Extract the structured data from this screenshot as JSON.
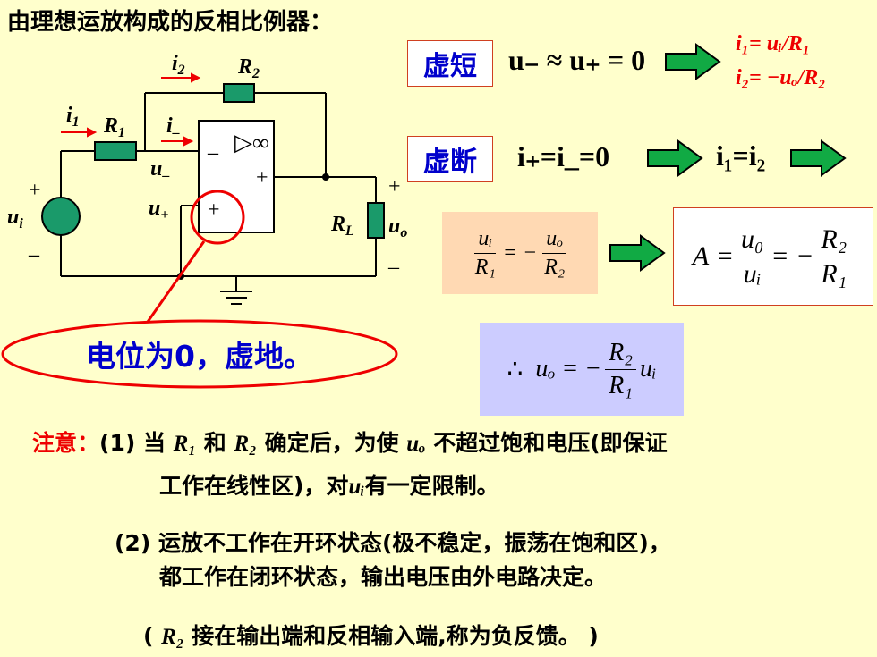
{
  "title": "由理想运放构成的反相比例器：",
  "circuit": {
    "i1": "i",
    "i1_sub": "1",
    "i2": "i",
    "i2_sub": "2",
    "i_minus": "i",
    "i_minus_sub": "–",
    "R1": "R",
    "R1_sub": "1",
    "R2": "R",
    "R2_sub": "2",
    "RL": "R",
    "RL_sub": "L",
    "ui": "u",
    "ui_sub": "i",
    "uo": "u",
    "uo_sub": "o",
    "u_minus": "u",
    "u_minus_sub": "–",
    "u_plus": "u",
    "u_plus_sub": "+",
    "opamp_symbol": "▷∞",
    "minus_sign": "–",
    "plus_sign": "+"
  },
  "virtual_short": {
    "label": "虚短",
    "equation": "u₋ ≈ u₊ = 0",
    "result1": "i₁= uᵢ/R₁",
    "result2": "i₂= −uₒ/R₂"
  },
  "virtual_open": {
    "label": "虚断",
    "equation": "i₊=i_=0",
    "result": "i₁=i₂"
  },
  "ratio": {
    "lhs_num": "uᵢ",
    "lhs_den": "R₁",
    "rhs_num": "uₒ",
    "rhs_den": "R₂",
    "gain_A": "A",
    "gain_num": "u₀",
    "gain_den": "uᵢ",
    "gain_r_num": "R₂",
    "gain_r_den": "R₁"
  },
  "conclusion": {
    "therefore": "∴",
    "lhs": "uₒ",
    "r_num": "R₂",
    "r_den": "R₁",
    "rhs": "uᵢ"
  },
  "virtual_ground": "电位为0，虚地。",
  "notes": {
    "label": "注意：",
    "n1_a": "(1) 当 ",
    "n1_b": " 和 ",
    "n1_c": " 确定后，为使 ",
    "n1_d": " 不超过饱和电压(即保证",
    "n1_line2_a": "工作在线性区)，对",
    "n1_line2_b": "有一定限制。",
    "r1": "R₁",
    "r2": "R₂",
    "uo": "uₒ",
    "ui": "uᵢ",
    "n2_line1": "(2) 运放不工作在开环状态(极不稳定，振荡在饱和区)，",
    "n2_line2": "都工作在闭环状态，输出电压由外电路决定。",
    "n3_a": "( ",
    "n3_r2": "R₂",
    "n3_b": " 接在输出端和反相输入端,称为负反馈。 )"
  },
  "colors": {
    "background": "#ffffcc",
    "label_blue": "#0000cc",
    "red": "#ee0000",
    "resistor": "#1a9a6a",
    "arrow": "#11aa44"
  }
}
